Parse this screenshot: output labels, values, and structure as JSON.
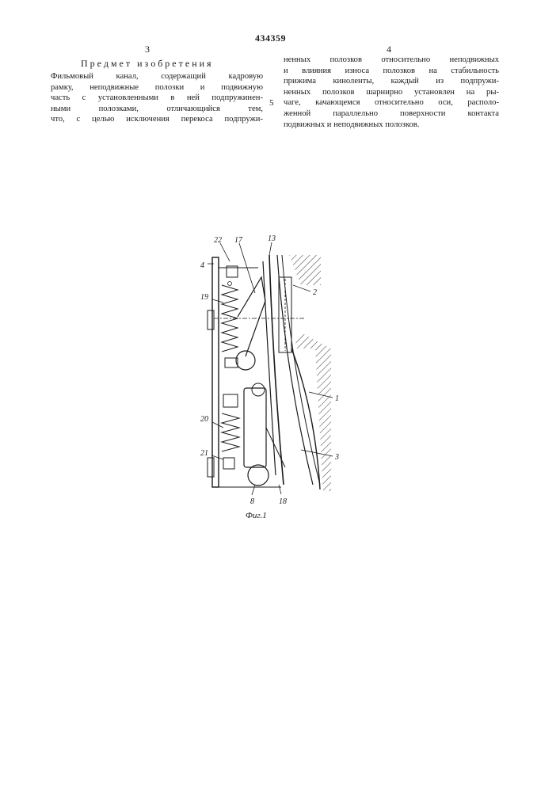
{
  "patent_number": "434359",
  "left_column_number": "3",
  "right_column_number": "4",
  "heading": "Предмет изобретения",
  "line_marker": "5",
  "left_column_lines": [
    "Фильмовый канал, содержащий кадровую",
    "рамку, неподвижные полозки и подвижную",
    "часть с установленными в ней подпружинен-",
    "ными полозками, отличающийся тем,",
    "что, с целью исключения перекоса подпружи-"
  ],
  "right_column_lines": [
    "ненных полозков относительно неподвижных",
    "и влияния износа полозков на стабильность",
    "прижима киноленты, каждый из подпружи-",
    "ненных полозков шарнирно установлен на ры-",
    "чаге, качающемся относительно оси, располо-",
    "женной параллельно поверхности контакта",
    "подвижных и неподвижных полозков."
  ],
  "figure": {
    "caption": "Фиг.1",
    "labels": {
      "l22": "22",
      "l17": "17",
      "l13": "13",
      "l4": "4",
      "l2": "2",
      "l19": "19",
      "l1": "1",
      "l20": "20",
      "l3": "3",
      "l21": "21",
      "l8": "8",
      "l18": "18"
    }
  }
}
